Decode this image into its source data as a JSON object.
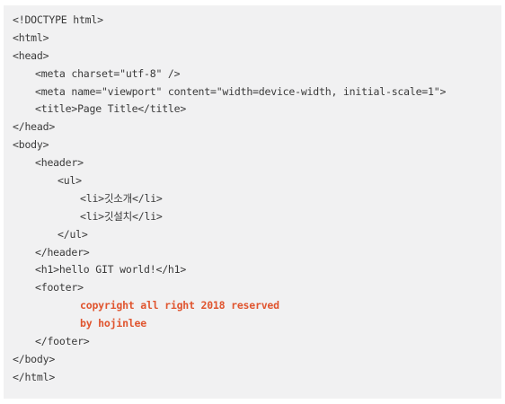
{
  "code": {
    "highlight_color": "#e0552f",
    "text_color": "#3a3a3a",
    "lines": [
      {
        "indent": 0,
        "text": "<!DOCTYPE html>",
        "highlight": false
      },
      {
        "indent": 0,
        "text": "<html>",
        "highlight": false
      },
      {
        "indent": 0,
        "text": "<head>",
        "highlight": false
      },
      {
        "indent": 1,
        "text": "<meta charset=\"utf-8\" />",
        "highlight": false
      },
      {
        "indent": 1,
        "text": "<meta name=\"viewport\" content=\"width=device-width, initial-scale=1\">",
        "highlight": false
      },
      {
        "indent": 1,
        "text": "<title>Page Title</title>",
        "highlight": false
      },
      {
        "indent": 0,
        "text": "</head>",
        "highlight": false
      },
      {
        "indent": 0,
        "text": "<body>",
        "highlight": false
      },
      {
        "indent": 1,
        "text": "<header>",
        "highlight": false
      },
      {
        "indent": 2,
        "text": "<ul>",
        "highlight": false
      },
      {
        "indent": 3,
        "text": "<li>깃소개</li>",
        "highlight": false
      },
      {
        "indent": 3,
        "text": "<li>깃설치</li>",
        "highlight": false
      },
      {
        "indent": 2,
        "text": "</ul>",
        "highlight": false
      },
      {
        "indent": 1,
        "text": "</header>",
        "highlight": false
      },
      {
        "indent": 1,
        "text": "<h1>hello GIT world!</h1>",
        "highlight": false
      },
      {
        "indent": 1,
        "text": "<footer>",
        "highlight": false
      },
      {
        "indent": 3,
        "text": "copyright all right 2018 reserved",
        "highlight": true
      },
      {
        "indent": 3,
        "text": "by hojinlee",
        "highlight": true
      },
      {
        "indent": 1,
        "text": "</footer>",
        "highlight": false
      },
      {
        "indent": 0,
        "text": "</body>",
        "highlight": false
      },
      {
        "indent": 0,
        "text": "</html>",
        "highlight": false
      }
    ]
  }
}
